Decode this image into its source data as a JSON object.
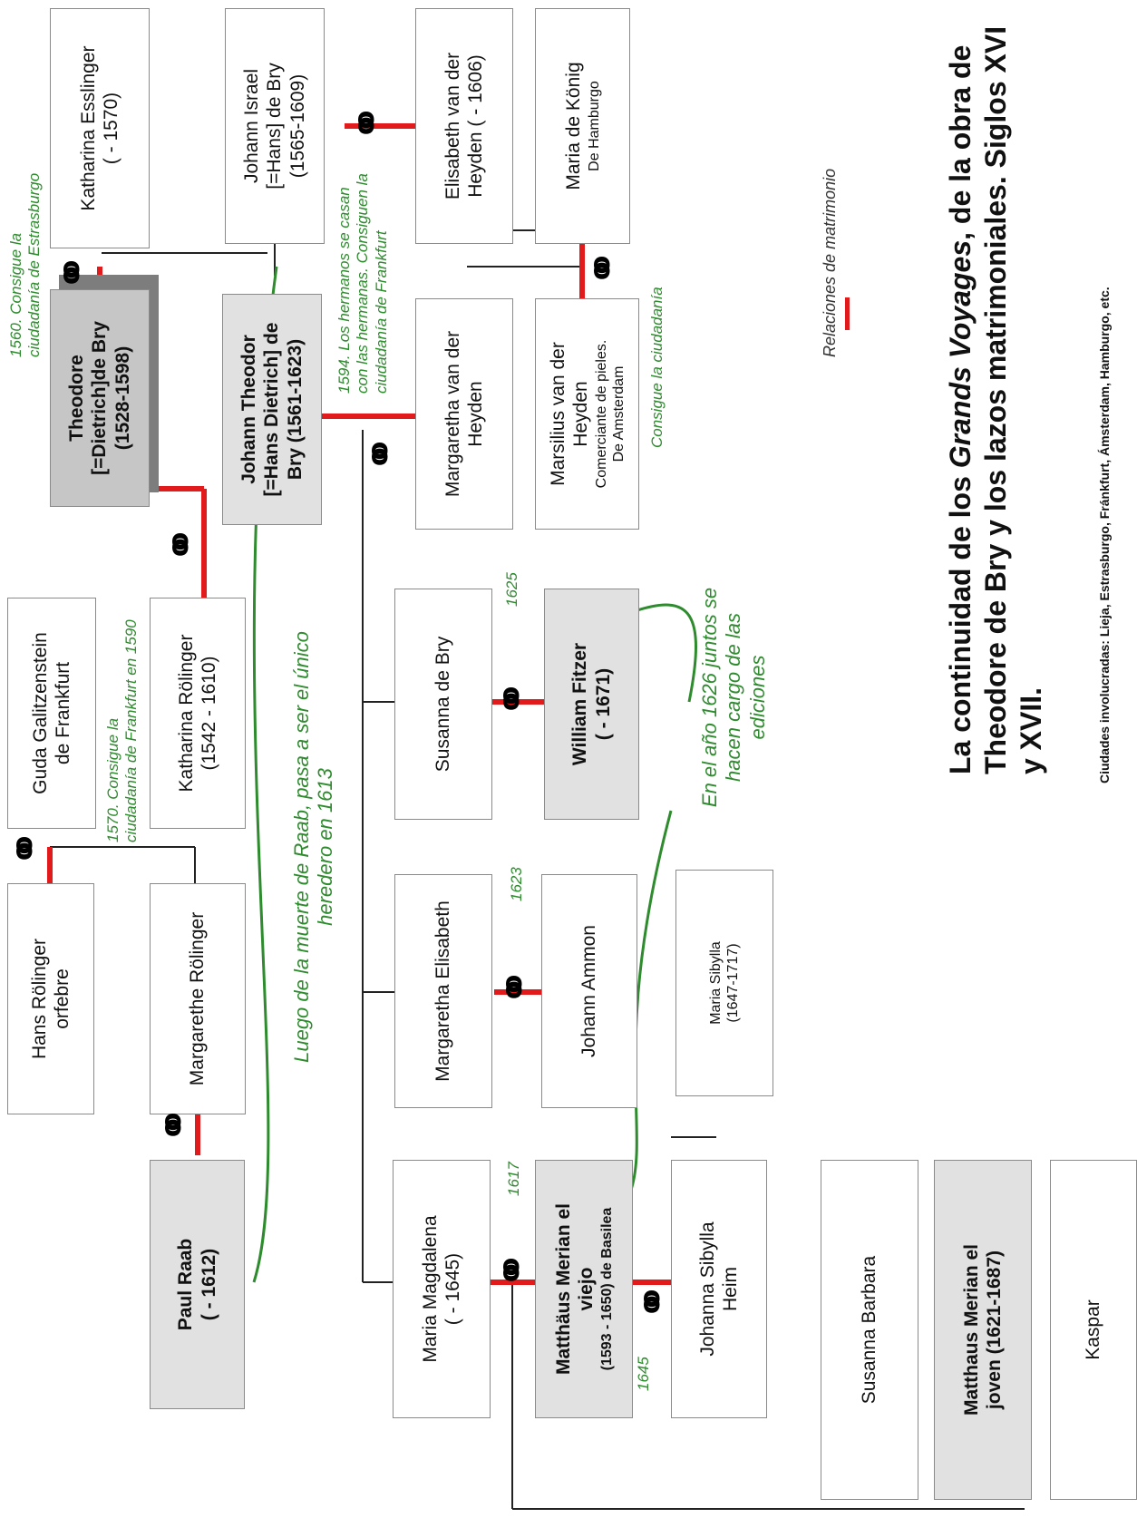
{
  "title": {
    "pre": "La continuidad de los ",
    "em": "Grands Voyages",
    "post": ", de la obra de Theodore de Bry y los lazos matrimoniales. Siglos XVI y XVII.",
    "cities": "Ciudades involucradas: Lieja, Estrasburgo, Fránkfurt, Ámsterdam, Hamburgo, etc."
  },
  "legend": "Relaciones de matrimonio",
  "rings_symbol": "oo",
  "persons": {
    "katharina_esslinger": [
      "Katharina Esslinger",
      "( - 1570)"
    ],
    "johann_israel": [
      "Johann Israel",
      "[=Hans] de Bry",
      "(1565-1609)"
    ],
    "elisabeth_vdh": [
      "Elisabeth van der",
      "Heyden ( - 1606)"
    ],
    "maria_konig": [
      "Maria de König",
      "De Hamburgo"
    ],
    "theodore": [
      "Theodore",
      "[=Dietrich]de Bry",
      "(1528-1598)"
    ],
    "johann_theodor": [
      "Johann Theodor",
      "[=Hans Dietrich] de",
      "Bry (1561-1623)"
    ],
    "margaretha_vdh": [
      "Margaretha van der",
      "Heyden"
    ],
    "marsilius": [
      "Marsilius van der",
      "Heyden",
      "Comerciante de pieles.",
      "De Amsterdam"
    ],
    "guda": [
      "Guda Galitzenstein",
      "de Frankfurt"
    ],
    "katharina_rolinger": [
      "Katharina Rölinger",
      "(1542 - 1610)"
    ],
    "susanna_de_bry": [
      "Susanna de Bry"
    ],
    "william_fitzer": [
      "William Fitzer",
      "( - 1671)"
    ],
    "hans_rolinger": [
      "Hans Rölinger",
      "orfebre"
    ],
    "margarethe_rolinger": [
      "Margarethe Rölinger"
    ],
    "margaretha_elisabeth": [
      "Margaretha Elisabeth"
    ],
    "johann_ammon": [
      "Johann Ammon"
    ],
    "maria_sibylla": [
      "Maria Sibylla",
      "(1647-1717)"
    ],
    "paul_raab": [
      "Paul Raab",
      "( - 1612)"
    ],
    "maria_magdalena": [
      "Maria Magdalena",
      "( - 1645)"
    ],
    "matthaus_viejo": [
      "Matthäus Merian el",
      "viejo",
      "(1593 - 1650) de Basilea"
    ],
    "johanna_sibylla": [
      "Johanna Sibylla",
      "Heim"
    ],
    "susanna_barbara": [
      "Susanna Barbara"
    ],
    "matthaus_joven": [
      "Matthaus Merian el",
      "joven (1621-1687)"
    ],
    "kaspar": [
      "Kaspar"
    ]
  },
  "notes": {
    "n1560": [
      "1560. Consigue la",
      "ciudadanía de Estrasburgo"
    ],
    "n1594": [
      "1594. Los hermanos se casan",
      "con las hermanas. Consiguen la",
      "ciudadanía de Frankfurt"
    ],
    "n_ciudadania": [
      "Consigue la ciudadanía"
    ],
    "n1570": [
      "1570. Consigue la",
      "ciudadanía de Frankfurt en 1590"
    ],
    "n_raab": [
      "Luego de la muerte de Raab, pasa a ser el único",
      "heredero en 1613"
    ],
    "n1626": [
      "En el año 1626 juntos se",
      "hacen cargo de las",
      "ediciones"
    ]
  },
  "years": {
    "y1625": "1625",
    "y1623": "1623",
    "y1617": "1617",
    "y1645": "1645"
  }
}
